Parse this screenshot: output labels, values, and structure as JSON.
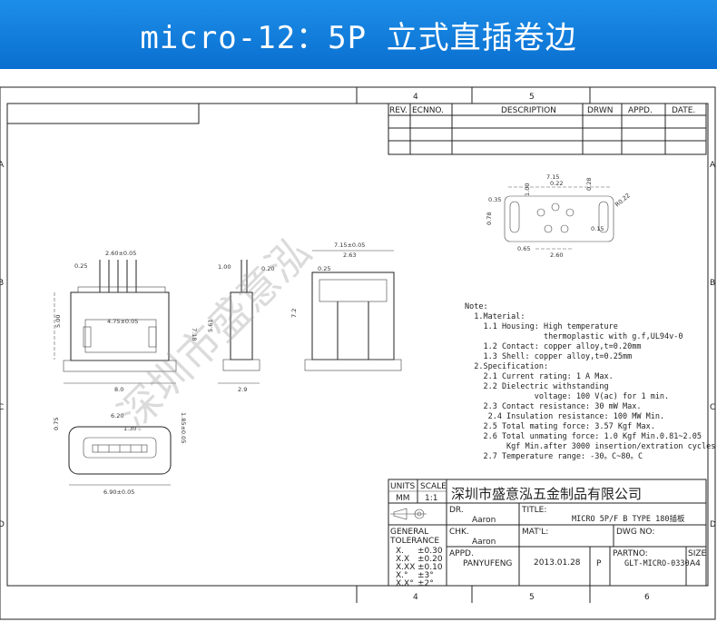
{
  "banner": {
    "title": "micro-12：5P 立式直插卷边"
  },
  "frame": {
    "zones_top": [
      "4",
      "5"
    ],
    "zones_bottom": [
      "4",
      "5",
      "6"
    ],
    "zones_left": [
      "A",
      "B",
      "C",
      "D"
    ],
    "zones_right": [
      "A",
      "B",
      "C",
      "D"
    ]
  },
  "revision_table": {
    "headers": [
      "REV.",
      "ECNNO.",
      "DESCRIPTION",
      "DRWN",
      "APPD.",
      "DATE."
    ]
  },
  "views": {
    "front": {
      "dims": [
        "2.60±0.05",
        "0.25",
        "5.00",
        "7.18",
        "4.75±0.05",
        "8.0"
      ]
    },
    "side": {
      "dims": [
        "1.00",
        "0.20",
        "5.61",
        "2.9"
      ]
    },
    "rear": {
      "dims": [
        "7.15±0.05",
        "2.63",
        "0.25",
        "7.2"
      ]
    },
    "bottom": {
      "dims": [
        "6.20",
        "1.30",
        "0.75",
        "1.85±0.05",
        "6.90±0.05"
      ]
    },
    "footprint": {
      "dims": [
        "7.15",
        "1.00",
        "0.22",
        "0.35",
        "0.78",
        "R0.22",
        "0.28",
        "0.15",
        "0.65",
        "2.60"
      ]
    }
  },
  "notes": [
    "Note:",
    "  1.Material:",
    "    1.1 Housing: High temperature",
    "                 thermoplastic with g.f,UL94v-0",
    "    1.2 Contact: copper alloy,t=0.20mm",
    "    1.3 Shell: copper alloy,t=0.25mm",
    "  2.Specification:",
    "    2.1 Current rating: 1 A Max.",
    "    2.2 Dielectric withstanding",
    "               voltage: 100 V(ac) for 1 min.",
    "    2.3 Contact resistance: 30 mW Max.",
    "     2.4 Insulation resistance: 100 MW Min.",
    "    2.5 Total mating force: 3.57 Kgf Max.",
    "    2.6 Total unmating force: 1.0 Kgf Min.0.81~2.05",
    "         Kgf Min.after 3000 insertion/extration cycles",
    "    2.7 Temperature range: -30。C~80。C"
  ],
  "title_block": {
    "units_label": "UNITS",
    "units_value": "MM",
    "scale_label": "SCALE",
    "scale_value": "1:1",
    "company": "深圳市盛意泓五金制品有限公司",
    "tolerance_title": "GENERAL\nTOLERANCE",
    "tolerances": [
      {
        "k": "X.",
        "v": "±0.30"
      },
      {
        "k": "X.X",
        "v": "±0.20"
      },
      {
        "k": "X.XX",
        "v": "±0.10"
      },
      {
        "k": "X.°",
        "v": "±3°"
      },
      {
        "k": "X.X°",
        "v": "±2°"
      }
    ],
    "dr_label": "DR.",
    "dr_value": "Aaron",
    "chk_label": "CHK.",
    "chk_value": "Aaron",
    "appd_label": "APPD.",
    "appd_value": "PANYUFENG",
    "title_label": "TITLE:",
    "title_value": "MICRO 5P/F B TYPE 180插板",
    "matl_label": "MAT'L:",
    "dwg_label": "DWG NO:",
    "date_value": "2013.01.28",
    "p_label": "P",
    "partno_label": "PARTNO:",
    "partno_value": "GLT-MICRO-0330",
    "size_label": "SIZE",
    "size_value": "A4"
  },
  "watermark": "深圳市盛意泓"
}
